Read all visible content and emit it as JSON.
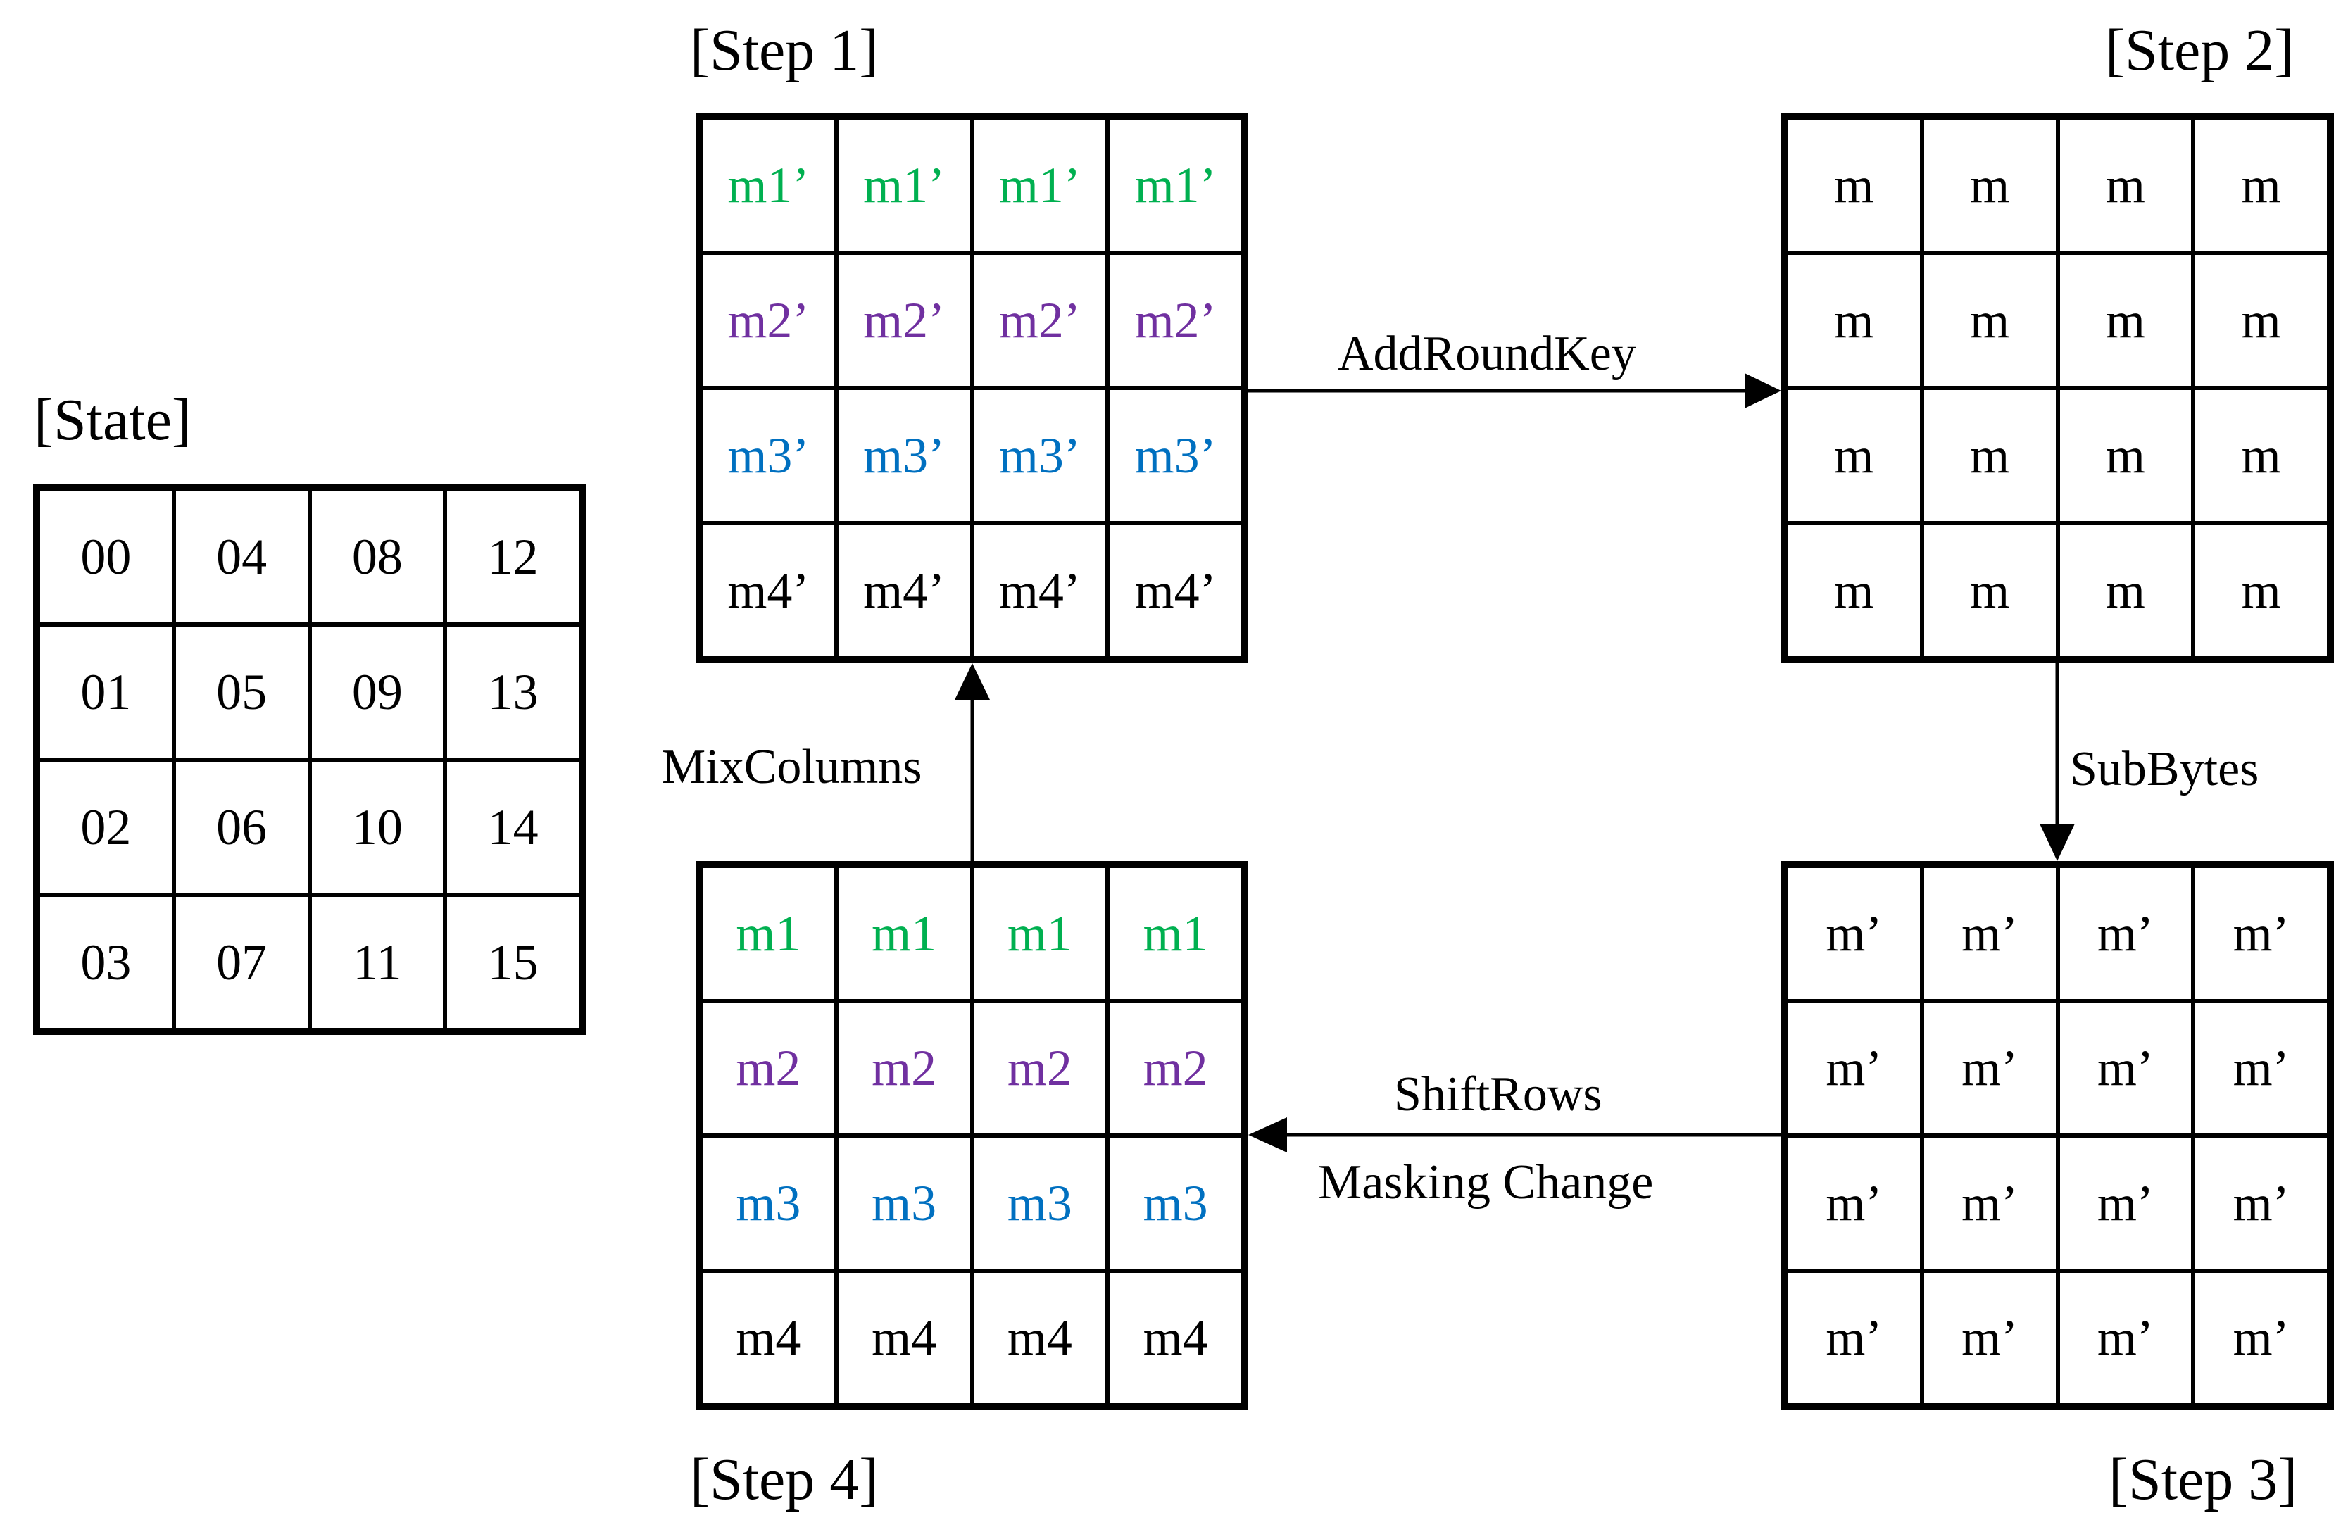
{
  "colors": {
    "green": "#00b050",
    "purple": "#7030a0",
    "blue": "#0070c0",
    "black": "#000000"
  },
  "state": {
    "label": "[State]",
    "cells": [
      [
        "00",
        "04",
        "08",
        "12"
      ],
      [
        "01",
        "05",
        "09",
        "13"
      ],
      [
        "02",
        "06",
        "10",
        "14"
      ],
      [
        "03",
        "07",
        "11",
        "15"
      ]
    ]
  },
  "step1": {
    "label": "[Step 1]",
    "row_colors": [
      "green",
      "purple",
      "blue",
      "black"
    ],
    "cells": [
      [
        "m1’",
        "m1’",
        "m1’",
        "m1’"
      ],
      [
        "m2’",
        "m2’",
        "m2’",
        "m2’"
      ],
      [
        "m3’",
        "m3’",
        "m3’",
        "m3’"
      ],
      [
        "m4’",
        "m4’",
        "m4’",
        "m4’"
      ]
    ]
  },
  "step2": {
    "label": "[Step 2]",
    "row_colors": [
      "black",
      "black",
      "black",
      "black"
    ],
    "cells": [
      [
        "m",
        "m",
        "m",
        "m"
      ],
      [
        "m",
        "m",
        "m",
        "m"
      ],
      [
        "m",
        "m",
        "m",
        "m"
      ],
      [
        "m",
        "m",
        "m",
        "m"
      ]
    ]
  },
  "step3": {
    "label": "[Step 3]",
    "row_colors": [
      "black",
      "black",
      "black",
      "black"
    ],
    "cells": [
      [
        "m’",
        "m’",
        "m’",
        "m’"
      ],
      [
        "m’",
        "m’",
        "m’",
        "m’"
      ],
      [
        "m’",
        "m’",
        "m’",
        "m’"
      ],
      [
        "m’",
        "m’",
        "m’",
        "m’"
      ]
    ]
  },
  "step4": {
    "label": "[Step 4]",
    "row_colors": [
      "green",
      "purple",
      "blue",
      "black"
    ],
    "cells": [
      [
        "m1",
        "m1",
        "m1",
        "m1"
      ],
      [
        "m2",
        "m2",
        "m2",
        "m2"
      ],
      [
        "m3",
        "m3",
        "m3",
        "m3"
      ],
      [
        "m4",
        "m4",
        "m4",
        "m4"
      ]
    ]
  },
  "operations": {
    "add_round_key": "AddRoundKey",
    "sub_bytes": "SubBytes",
    "shift_rows": "ShiftRows",
    "masking_change": "Masking Change",
    "mix_columns": "MixColumns"
  }
}
